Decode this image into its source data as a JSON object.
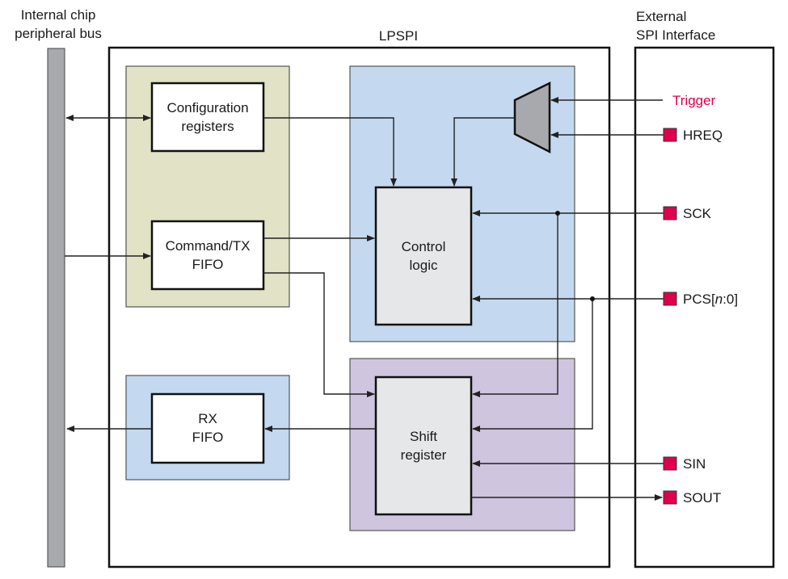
{
  "diagram": {
    "title": "LPSPI",
    "left_label": [
      "Internal chip",
      "peripheral bus"
    ],
    "right_label": [
      "External",
      "SPI Interface"
    ],
    "blocks": {
      "config_registers": [
        "Configuration",
        "registers"
      ],
      "command_tx_fifo": [
        "Command/TX",
        "FIFO"
      ],
      "rx_fifo": [
        "RX",
        "FIFO"
      ],
      "control_logic": [
        "Control",
        "logic"
      ],
      "shift_register": [
        "Shift",
        "register"
      ]
    },
    "signals": {
      "trigger": "Trigger",
      "hreq": "HREQ",
      "sck": "SCK",
      "pcs_prefix": "PCS[",
      "pcs_n": "n",
      "pcs_suffix": ":0]",
      "sin": "SIN",
      "sout": "SOUT"
    },
    "colors": {
      "bus": "#a7a9ac",
      "fifo_region": "#e1e2c6",
      "control_region": "#c4d9f0",
      "shift_region": "#cfc5df",
      "rx_region": "#c4d9f0",
      "inner_block": "#e6e7e8",
      "pin": "#e0004d",
      "trigger_text": "#e0004d",
      "mux": "#a7a9ac"
    }
  }
}
